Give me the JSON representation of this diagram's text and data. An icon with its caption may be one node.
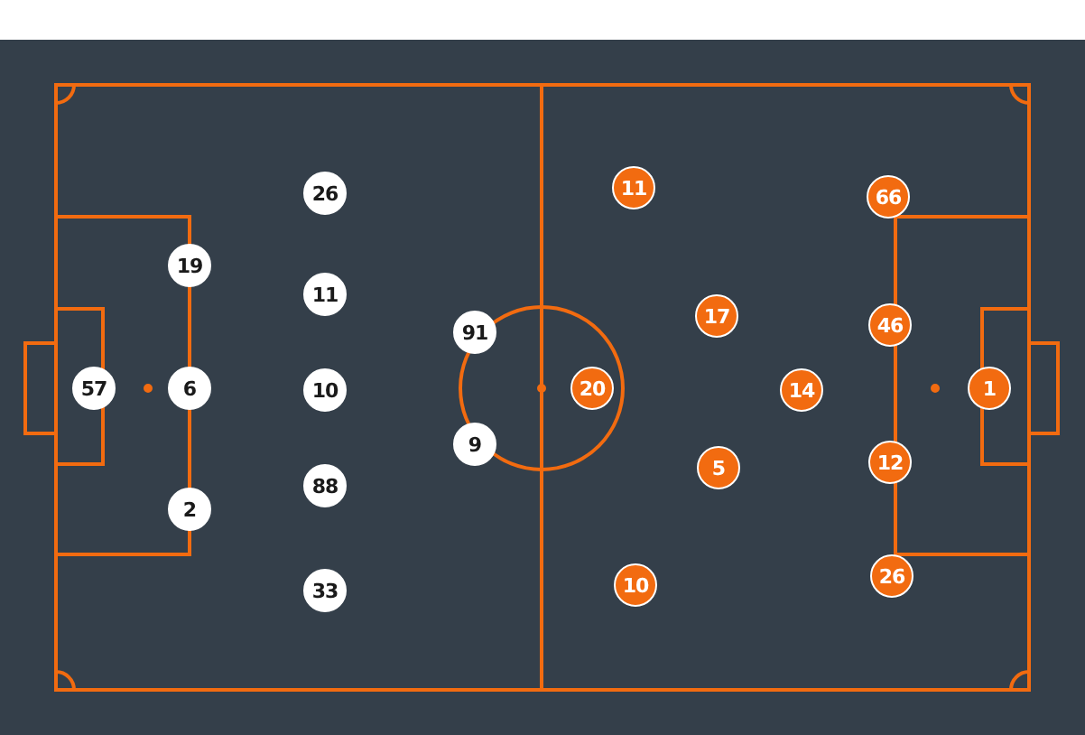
{
  "diagram": {
    "nodes": [
      {
        "text": [
          "57"
        ]
      },
      {
        "text": [
          "19"
        ]
      },
      {
        "text": [
          "6"
        ]
      },
      {
        "text": [
          "2"
        ]
      },
      {
        "text": [
          "26"
        ]
      },
      {
        "text": [
          "11"
        ]
      },
      {
        "text": [
          "10"
        ]
      },
      {
        "text": [
          "88"
        ]
      },
      {
        "text": [
          "33"
        ]
      },
      {
        "text": [
          "91"
        ]
      },
      {
        "text": [
          "9"
        ]
      },
      {
        "text": [
          "20"
        ]
      },
      {
        "text": [
          "11"
        ]
      },
      {
        "text": [
          "10"
        ]
      },
      {
        "text": [
          "17"
        ]
      },
      {
        "text": [
          "5"
        ]
      },
      {
        "text": [
          "14"
        ]
      },
      {
        "text": [
          "66"
        ]
      },
      {
        "text": [
          "46"
        ]
      },
      {
        "text": [
          "12"
        ]
      },
      {
        "text": [
          "26"
        ]
      },
      {
        "text": [
          "1"
        ]
      }
    ]
  }
}
